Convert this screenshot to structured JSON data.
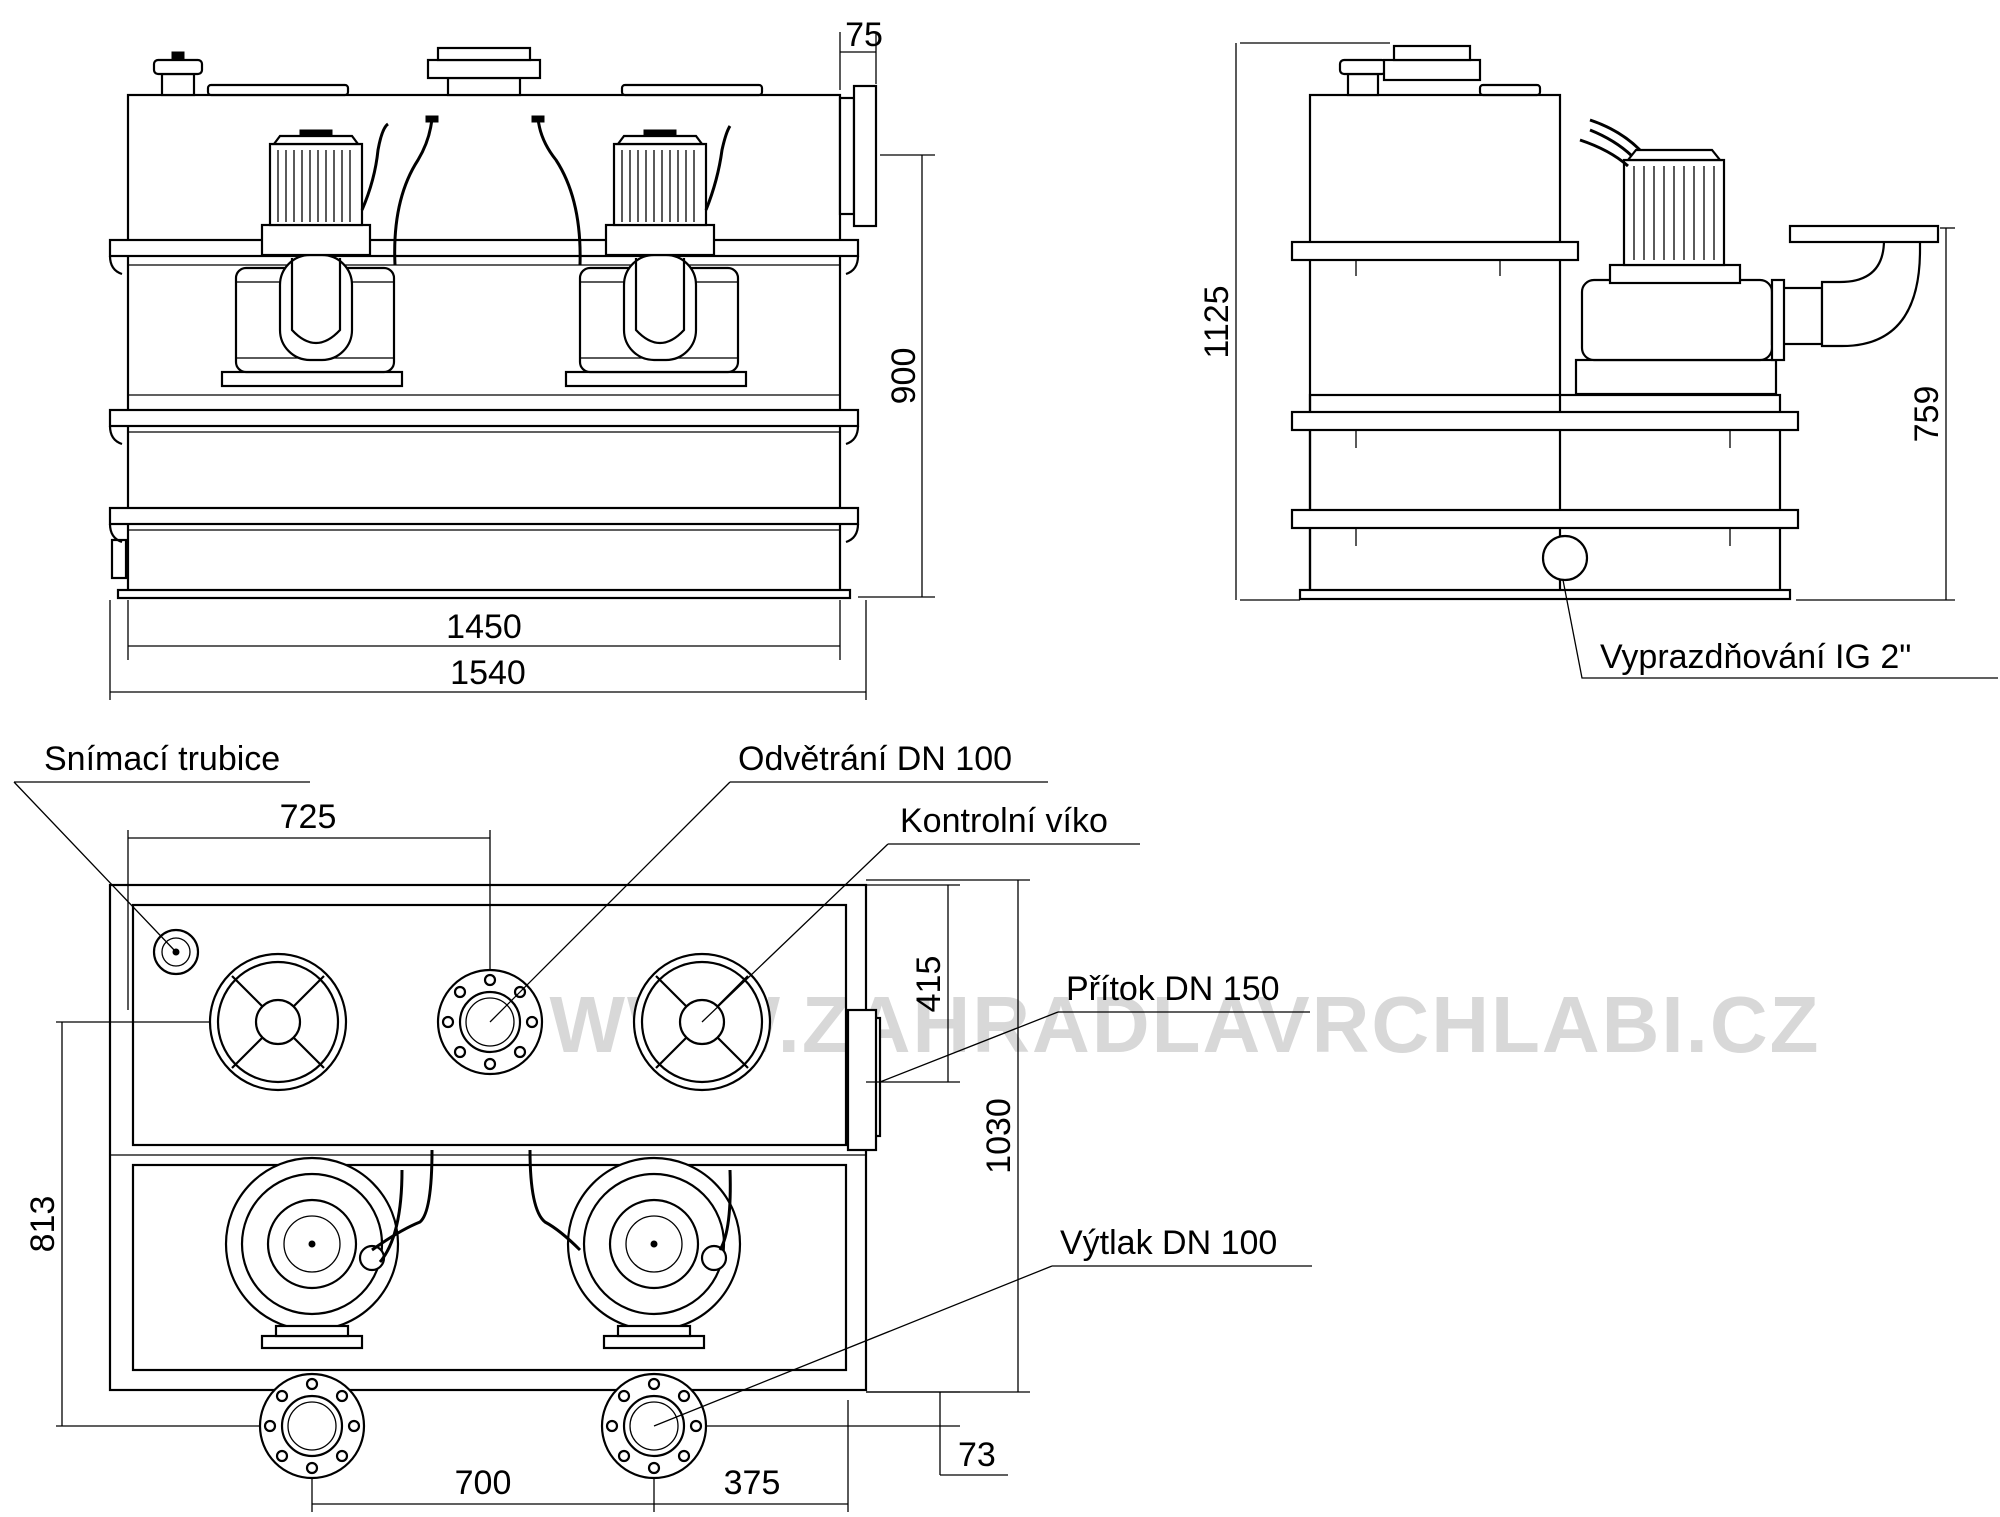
{
  "watermark": "WWW.ZAHRADLAVRCHLABI.CZ",
  "front_view": {
    "dim_top_right": "75",
    "dim_height": "900",
    "dim_inner_width": "1450",
    "dim_outer_width": "1540"
  },
  "side_view": {
    "dim_height_total": "1125",
    "dim_outlet_height": "759",
    "label_drain": "Vyprazdňování IG 2\""
  },
  "top_view": {
    "label_sensor_tube": "Snímací trubice",
    "label_vent": "Odvětrání DN 100",
    "label_inspection_cover": "Kontrolní víko",
    "label_inlet": "Přítok DN 150",
    "label_discharge": "Výtlak DN 100",
    "dim_725": "725",
    "dim_415": "415",
    "dim_1030": "1030",
    "dim_813": "813",
    "dim_700": "700",
    "dim_375": "375",
    "dim_73": "73"
  }
}
